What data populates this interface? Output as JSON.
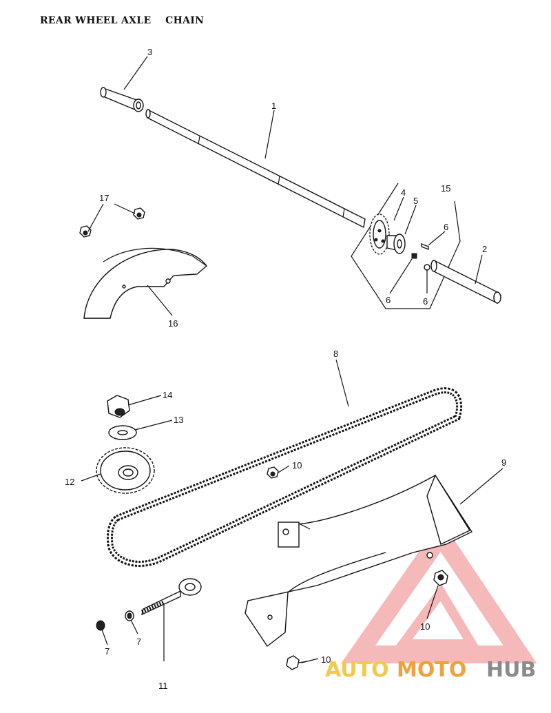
{
  "title": "REAR WHEEL AXLE    CHAIN",
  "callouts": {
    "c1": "1",
    "c2": "2",
    "c3": "3",
    "c4": "4",
    "c5": "5",
    "c6a": "6",
    "c6b": "6",
    "c6c": "6",
    "c7a": "7",
    "c7b": "7",
    "c8": "8",
    "c9": "9",
    "c10a": "10",
    "c10b": "10",
    "c10c": "10",
    "c11": "11",
    "c12": "12",
    "c13": "13",
    "c14": "14",
    "c15": "15",
    "c16": "16",
    "c17": "17"
  },
  "watermark": {
    "part1": "AUTO",
    "part2": "MOTO",
    "part3": "HUB",
    "colors": {
      "auto": "#f5c84a",
      "moto": "#f0a03c",
      "hub": "#8a8a8a",
      "triangle": "#f08080"
    }
  }
}
